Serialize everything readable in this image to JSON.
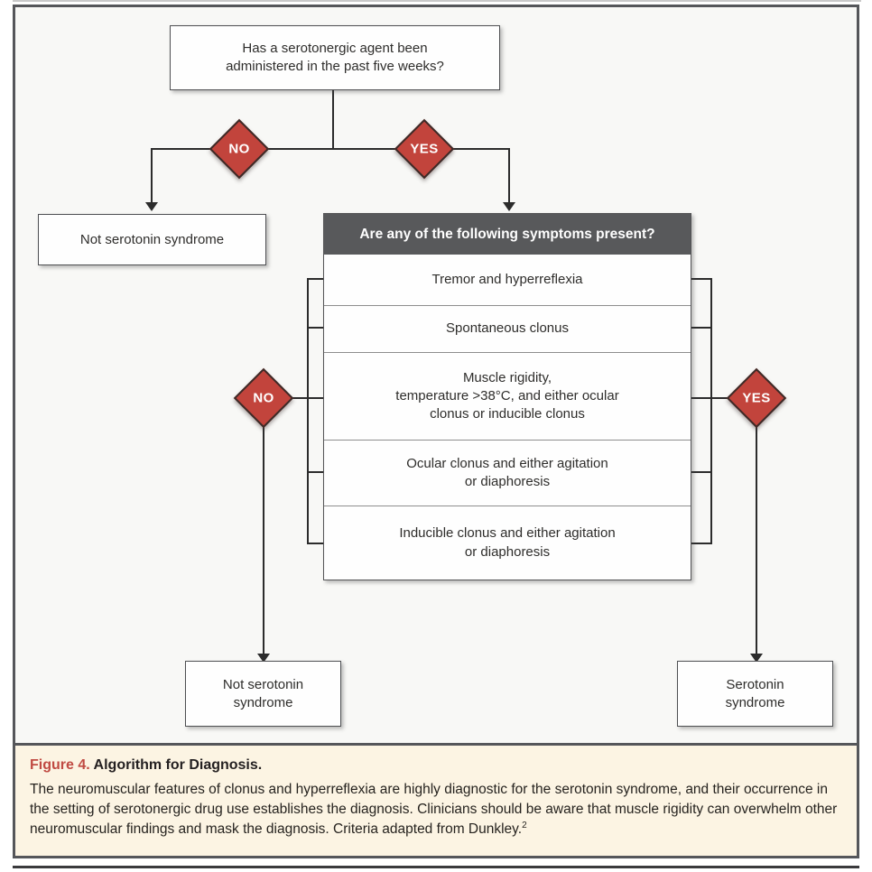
{
  "figure": {
    "label": "Figure 4.",
    "title": "Algorithm for Diagnosis.",
    "body": "The neuromuscular features of clonus and hyperreflexia are highly diagnostic for the serotonin syndrome, and their occurrence in the setting of serotonergic drug use establishes the diagnosis. Clinicians should be aware that muscle rigidity can overwhelm other neuromuscular findings and mask the diagnosis. Criteria adapted from Dunkley.",
    "reference_mark": "2"
  },
  "flowchart": {
    "question": "Has a serotonergic agent been\nadministered in the past five weeks?",
    "no_label": "NO",
    "yes_label": "YES",
    "not_serotonin_top": "Not serotonin syndrome",
    "symptoms_header": "Are any of the following symptoms present?",
    "symptoms": [
      "Tremor and hyperreflexia",
      "Spontaneous clonus",
      "Muscle rigidity,\ntemperature >38°C, and either ocular\nclonus or inducible clonus",
      "Ocular clonus and either agitation\nor diaphoresis",
      "Inducible clonus and either agitation\nor diaphoresis"
    ],
    "not_serotonin_bottom": "Not serotonin\nsyndrome",
    "serotonin_outcome": "Serotonin\nsyndrome"
  },
  "colors": {
    "diamond_red": "#c2443c",
    "panel_header_gray": "#58595b",
    "caption_background": "#fcf4e3",
    "figure_label_red": "#c04a42"
  }
}
